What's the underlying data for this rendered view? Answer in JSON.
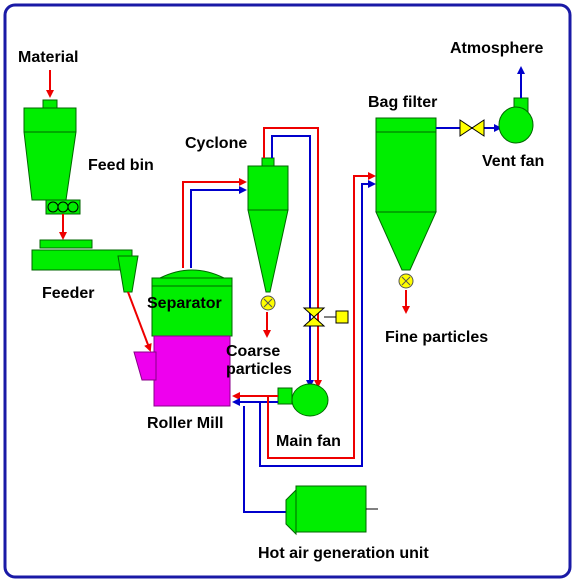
{
  "labels": {
    "material": "Material",
    "feed_bin": "Feed bin",
    "feeder": "Feeder",
    "separator": "Separator",
    "roller_mill": "Roller Mill",
    "cyclone": "Cyclone",
    "coarse_line1": "Coarse",
    "coarse_line2": "particles",
    "main_fan": "Main fan",
    "bag_filter": "Bag filter",
    "fine_particles": "Fine particles",
    "atmosphere": "Atmosphere",
    "vent_fan": "Vent fan",
    "hot_air_unit": "Hot air generation unit"
  },
  "colors": {
    "equipment": "#00ee00",
    "mill": "#ee00ee",
    "material_flow": "#ee0000",
    "air_flow": "#0000cc",
    "valve_actuator": "#ffff00",
    "frame": "#1a1aa6"
  }
}
